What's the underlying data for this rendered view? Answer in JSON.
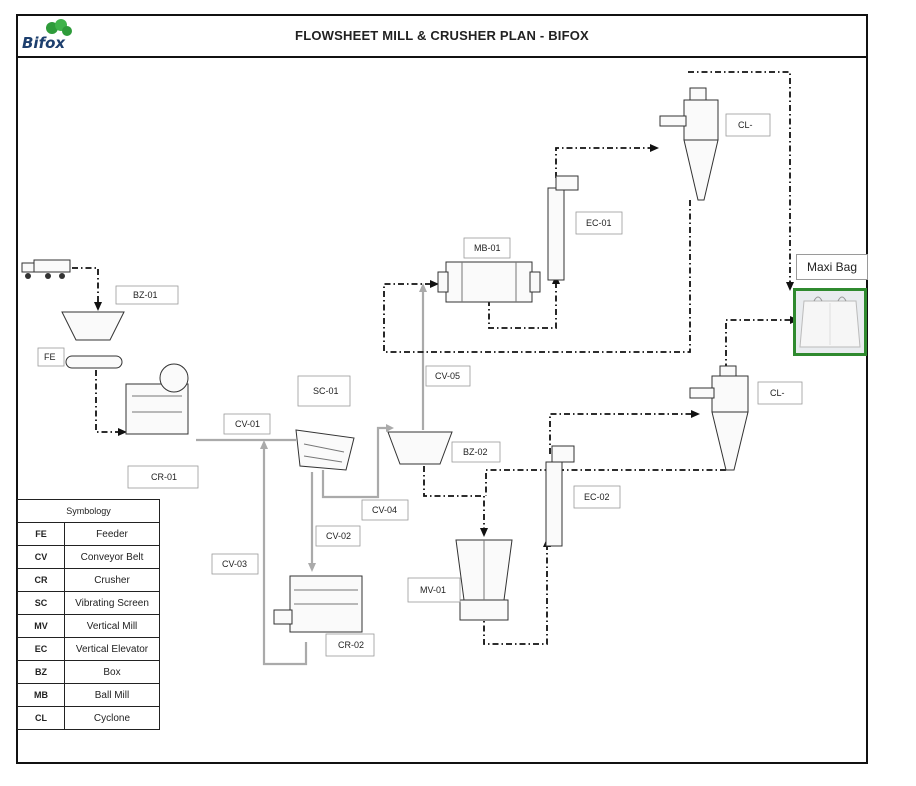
{
  "header": {
    "title": "FLOWSHEET MILL & CRUSHER PLAN - BIFOX",
    "logo_text": "Bifox"
  },
  "equipment_labels": {
    "bz01": "BZ-01",
    "fe": "FE",
    "cr01": "CR-01",
    "cv01": "CV-01",
    "sc01": "SC-01",
    "cv02": "CV-02",
    "cv03": "CV-03",
    "cv04": "CV-04",
    "cv05": "CV-05",
    "cr02": "CR-02",
    "bz02": "BZ-02",
    "mb01": "MB-01",
    "ec01": "EC-01",
    "ec02": "EC-02",
    "mv01": "MV-01",
    "cl_top": "CL-",
    "cl_bottom": "CL-",
    "maxi_bag": "Maxi Bag"
  },
  "legend": {
    "title": "Symbology",
    "rows": [
      {
        "code": "FE",
        "name": "Feeder"
      },
      {
        "code": "CV",
        "name": "Conveyor Belt"
      },
      {
        "code": "CR",
        "name": "Crusher"
      },
      {
        "code": "SC",
        "name": "Vibrating Screen"
      },
      {
        "code": "MV",
        "name": "Vertical Mill"
      },
      {
        "code": "EC",
        "name": "Vertical Elevator"
      },
      {
        "code": "BZ",
        "name": "Box"
      },
      {
        "code": "MB",
        "name": "Ball Mill"
      },
      {
        "code": "CL",
        "name": "Cyclone"
      }
    ]
  },
  "colors": {
    "frame": "#111111",
    "dashed_flow": "#111111",
    "conveyor": "#aaaaaa",
    "maxi_bag_border": "#2f8a2f",
    "logo_leaf": "#2e9b3a",
    "logo_text": "#1d3f6e"
  }
}
